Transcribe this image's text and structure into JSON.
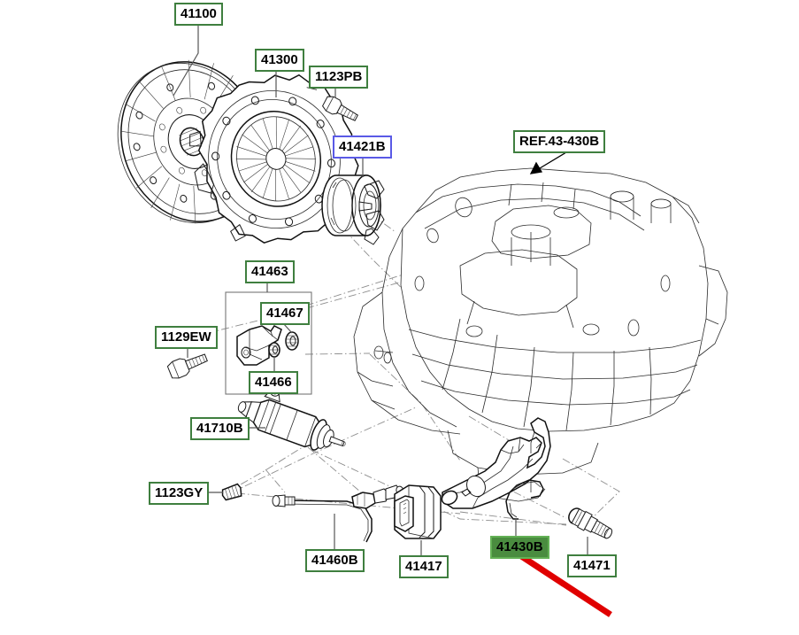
{
  "diagram": {
    "title": "Clutch and release system exploded parts diagram",
    "highlight_color": "#4a8c3f",
    "label_border_color": "#3f7f3f",
    "blue_label_border_color": "#5a5ae6",
    "arrow_color": "#e00000"
  },
  "labels": {
    "clutch_disc": "41100",
    "pressure_plate": "41300",
    "pressure_plate_bolt": "1123PB",
    "release_bearing": "41421B",
    "reference_group": "REF.43-430B",
    "fork_bracket_group": "41463",
    "bushing_upper": "41467",
    "bushing_lower": "41466",
    "bracket_bolt": "1129EW",
    "release_cylinder": "41710B",
    "cylinder_clip": "1123GY",
    "hydraulic_tube": "41460B",
    "damper": "41417",
    "release_fork": "41430B",
    "pivot_stud": "41471"
  }
}
